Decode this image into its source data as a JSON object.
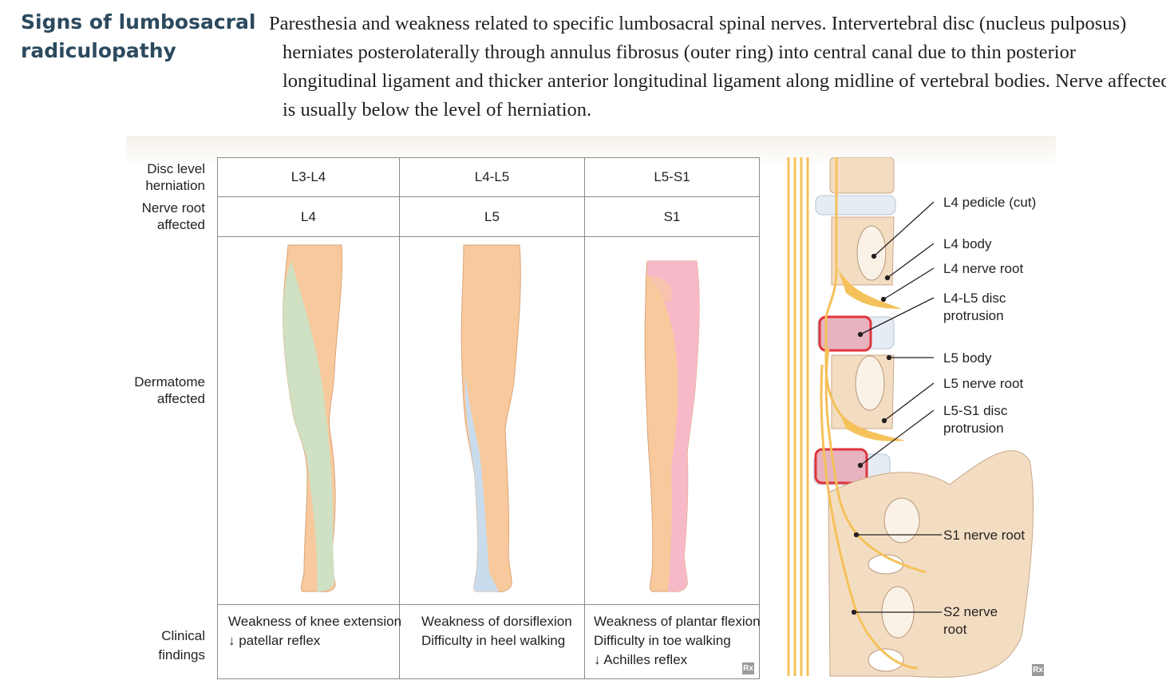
{
  "title": "Signs of lumbosacral radiculopathy",
  "intro": "Paresthesia and weakness related to specific lumbosacral spinal nerves. Intervertebral disc (nucleus pulposus) herniates posterolaterally through annulus fibrosus (outer ring) into central canal due to thin posterior longitudinal ligament and thicker anterior longitudinal ligament along midline of vertebral bodies. Nerve affected is usually below the level of herniation.",
  "table": {
    "row_labels": {
      "disc_level_1": "Disc level",
      "disc_level_2": "herniation",
      "nerve_root_1": "Nerve root",
      "nerve_root_2": "affected",
      "dermatome_1": "Dermatome",
      "dermatome_2": "affected",
      "clinical_1": "Clinical",
      "clinical_2": "findings"
    },
    "columns": [
      {
        "disc_level": "L3-L4",
        "nerve_root": "L4",
        "dermatome_color": "#cfe0c3",
        "findings": [
          "Weakness of knee extension",
          "↓ patellar reflex"
        ]
      },
      {
        "disc_level": "L4-L5",
        "nerve_root": "L5",
        "dermatome_color": "#c9dced",
        "findings": [
          "Weakness of dorsiflexion",
          "Difficulty in heel walking"
        ]
      },
      {
        "disc_level": "L5-S1",
        "nerve_root": "S1",
        "dermatome_color": "#f7b9c8",
        "findings": [
          "Weakness of plantar flexion",
          "Difficulty in toe walking",
          "↓ Achilles reflex"
        ]
      }
    ],
    "rx_mark": "Rx"
  },
  "spine_labels": {
    "l4_pedicle": "L4 pedicle (cut)",
    "l4_body": "L4 body",
    "l4_nerve_root": "L4 nerve root",
    "l4l5_disc_1": "L4-L5 disc",
    "l4l5_disc_2": "protrusion",
    "l5_body": "L5 body",
    "l5_nerve_root": "L5 nerve root",
    "l5s1_disc_1": "L5-S1 disc",
    "l5s1_disc_2": "protrusion",
    "s1_nerve_root": "S1 nerve root",
    "s2_nerve_root_1": "S2 nerve",
    "s2_nerve_root_2": "root"
  },
  "colors": {
    "title": "#2c4a5e",
    "skin": "#f8c99c",
    "bone": "#f3ddc2",
    "nerve": "#f5c15a",
    "disc_highlight": "#e0353c"
  }
}
